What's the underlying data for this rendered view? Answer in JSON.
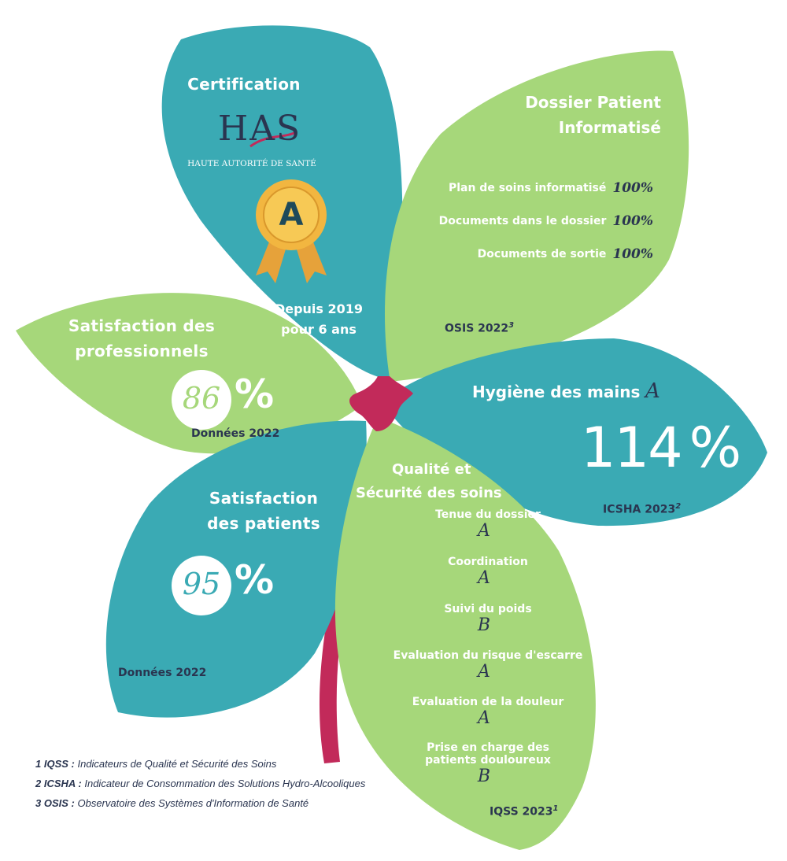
{
  "colors": {
    "teal": "#3aaab4",
    "green": "#a6d77a",
    "center": "#c22a5a",
    "stem": "#c22a5a",
    "dark": "#2a3550"
  },
  "certification": {
    "title": "Certification",
    "has_logo": "HAS",
    "has_subtitle": "HAUTE AUTORITÉ DE SANTÉ",
    "medal_grade": "A",
    "since_line1": "Depuis 2019",
    "since_line2": "pour 6 ans"
  },
  "dossier": {
    "title_line1": "Dossier Patient",
    "title_line2": "Informatisé",
    "rows": [
      {
        "label": "Plan de soins informatisé",
        "value": "100%"
      },
      {
        "label": "Documents dans le dossier",
        "value": "100%"
      },
      {
        "label": "Documents de sortie",
        "value": "100%"
      }
    ],
    "source": "OSIS 2022",
    "source_ref": "3"
  },
  "professionnels": {
    "title_line1": "Satisfaction des",
    "title_line2": "professionnels",
    "value": "86",
    "unit": "%",
    "source": "Données 2022"
  },
  "hygiene": {
    "title": "Hygiène des mains",
    "grade": "A",
    "value": "114",
    "unit": "%",
    "source": "ICSHA 2023",
    "source_ref": "2"
  },
  "patients": {
    "title_line1": "Satisfaction",
    "title_line2": "des patients",
    "value": "95",
    "unit": "%",
    "source": "Données 2022"
  },
  "qualite": {
    "title_line1": "Qualité et",
    "title_line2": "Sécurité des soins",
    "items": [
      {
        "label": "Tenue du dossier",
        "grade": "A"
      },
      {
        "label": "Coordination",
        "grade": "A"
      },
      {
        "label": "Suivi du poids",
        "grade": "B"
      },
      {
        "label": "Evaluation du risque d'escarre",
        "grade": "A"
      },
      {
        "label": "Evaluation de la douleur",
        "grade": "A"
      },
      {
        "label": "Prise en charge des",
        "label2": "patients douloureux",
        "grade": "B"
      }
    ],
    "source": "IQSS 2023",
    "source_ref": "1"
  },
  "footnotes": [
    {
      "key": "1 IQSS :",
      "text": " Indicateurs de Qualité et Sécurité des Soins"
    },
    {
      "key": "2 ICSHA :",
      "text": " Indicateur de Consommation des Solutions Hydro-Alcooliques"
    },
    {
      "key": "3 OSIS :",
      "text": " Observatoire des Systèmes d'Information de Santé"
    }
  ]
}
